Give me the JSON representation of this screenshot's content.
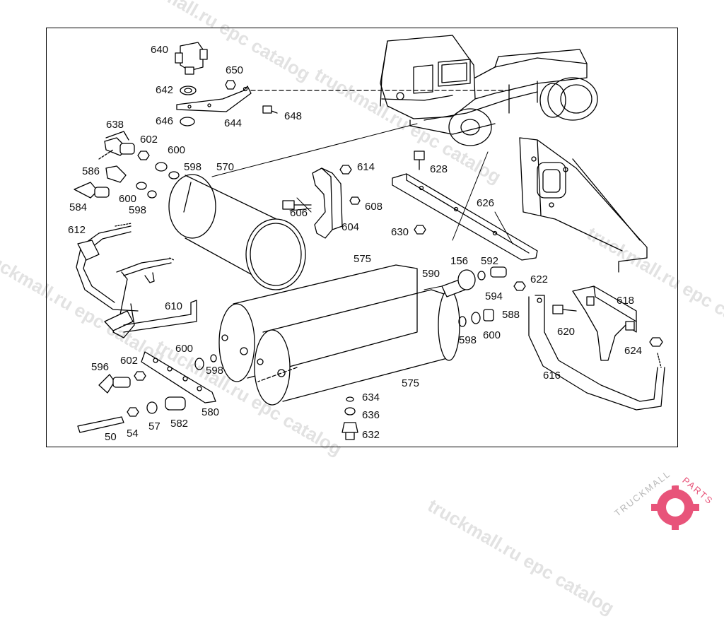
{
  "watermark": {
    "text": "truckmall.ru epc catalog",
    "color": "#e2e2e2"
  },
  "brand": {
    "prefix": "TRUCKMALL",
    "suffix": "PARTS",
    "prefix_color": "#b9b9b9",
    "suffix_color": "#e8547a"
  },
  "callouts": {
    "p640": "640",
    "p650": "650",
    "p642": "642",
    "p644": "644",
    "p648": "648",
    "p646": "646",
    "p638": "638",
    "p602a": "602",
    "p600a": "600",
    "p598a": "598",
    "p570": "570",
    "p586": "586",
    "p600b": "600",
    "p598b": "598",
    "p584": "584",
    "p614": "614",
    "p628": "628",
    "p606": "606",
    "p608": "608",
    "p604": "604",
    "p626": "626",
    "p630": "630",
    "p612": "612",
    "p575a": "575",
    "p156": "156",
    "p592": "592",
    "p590": "590",
    "p622": "622",
    "p594": "594",
    "p588": "588",
    "p610": "610",
    "p618": "618",
    "p598c": "598",
    "p600c": "600",
    "p620": "620",
    "p600d": "600",
    "p596": "596",
    "p602b": "602",
    "p598d": "598",
    "p624": "624",
    "p575b": "575",
    "p616": "616",
    "p634": "634",
    "p636": "636",
    "p580": "580",
    "p582": "582",
    "p57": "57",
    "p54": "54",
    "p50": "50",
    "p632": "632"
  }
}
